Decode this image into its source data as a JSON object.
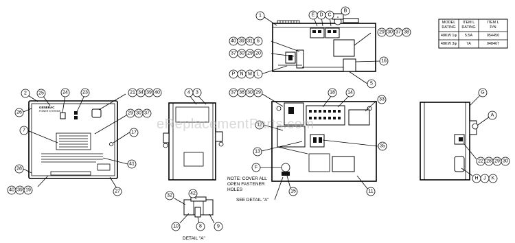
{
  "callouts": {
    "top_view": {
      "c1": "1",
      "cE": "E",
      "cD": "D",
      "cC": "C",
      "cB": "B",
      "c29": "29",
      "c30": "30",
      "c37": "37",
      "c38": "38",
      "c40": "40",
      "c39": "39",
      "c31": "31",
      "c6": "6",
      "c37b": "37",
      "c30b": "30",
      "c29b": "29",
      "c20": "20",
      "c16": "16",
      "cP": "P",
      "cN": "N",
      "cM": "M",
      "cL": "L",
      "c5": "5"
    },
    "front_view": {
      "c2": "2",
      "c25": "25",
      "c24": "24",
      "c23": "23",
      "c21": "21",
      "c34": "34",
      "c39": "39",
      "c40": "40",
      "c26": "26",
      "c29": "29",
      "c30": "30",
      "c37": "37",
      "c17": "17",
      "c7": "7",
      "c41": "41",
      "c28": "28",
      "c40b": "40",
      "c39b": "39",
      "c19": "19",
      "c27": "27"
    },
    "side_view": {
      "c4": "4",
      "c3": "3"
    },
    "interior_view": {
      "c37": "37",
      "c36": "36",
      "c30": "30",
      "c29": "29",
      "c18": "18",
      "c14": "14",
      "c33": "33",
      "c12": "12",
      "c13": "13",
      "c35": "35",
      "cF": "F",
      "c15": "15",
      "c11": "11"
    },
    "right_view": {
      "cG": "G",
      "cA": "A",
      "c22": "22",
      "c28": "28",
      "c29": "29",
      "c30": "30",
      "cH": "H",
      "cJ": "J",
      "cK": "K"
    },
    "detail_view": {
      "c32": "32",
      "c42": "42",
      "c10": "10",
      "c8": "8",
      "c9": "9"
    }
  },
  "notes": {
    "line1": "NOTE: COVER ALL",
    "line2": "OPEN FASTENER",
    "line3": "HOLES",
    "see_detail": "SEE DETAIL \"A\"",
    "detail_title": "DETAIL \"A\""
  },
  "rating_table": {
    "headers": [
      [
        "MODEL",
        "RATING"
      ],
      [
        "ITEM L",
        "RATING"
      ],
      [
        "ITEM L",
        "P/N"
      ]
    ],
    "rows": [
      [
        "48KW 1φ",
        "5.5A",
        "054450"
      ],
      [
        "48KW 3φ",
        "7A",
        "048467"
      ]
    ]
  },
  "panel_text": {
    "brand_line1": "GENERAC",
    "brand_line2": "POWER SYSTEMS"
  },
  "watermark": "eReplacementParts.com"
}
